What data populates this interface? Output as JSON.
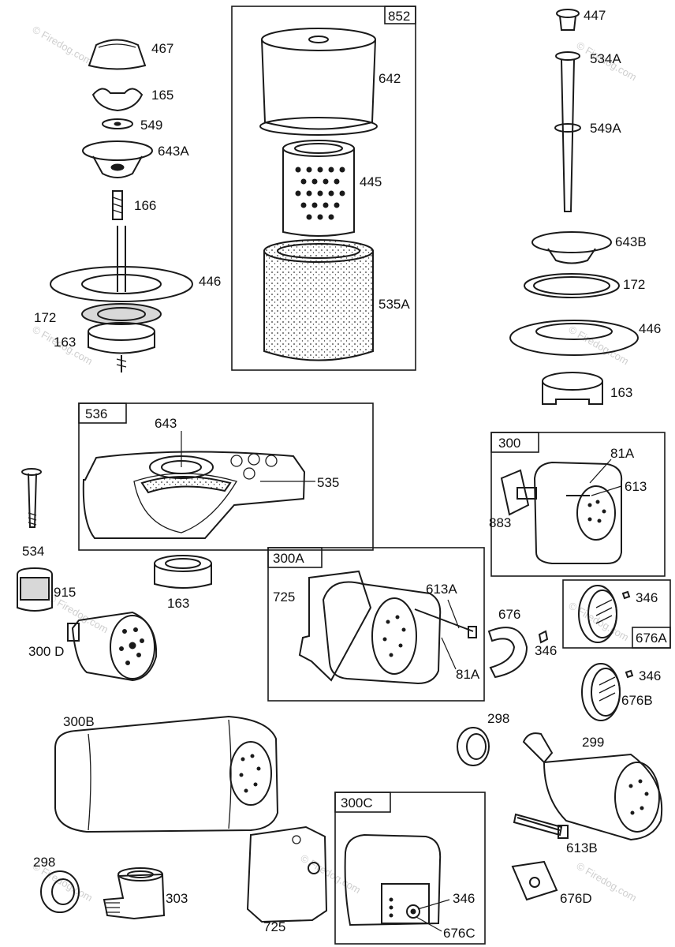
{
  "watermark": "© Firedog.com",
  "colors": {
    "ink": "#1a1a1a",
    "paper": "#ffffff",
    "watermark": "#cfcfcf"
  },
  "boxes": {
    "b852": "852",
    "b536": "536",
    "b300": "300",
    "b300A": "300A",
    "b676A": "676A",
    "b300C": "300C"
  },
  "labels": {
    "l467": "467",
    "l165": "165",
    "l549": "549",
    "l643A": "643A",
    "l166": "166",
    "l446a": "446",
    "l172a": "172",
    "l163a": "163",
    "l642": "642",
    "l445": "445",
    "l535A": "535A",
    "l447": "447",
    "l534A": "534A",
    "l549A": "549A",
    "l643B": "643B",
    "l172b": "172",
    "l446b": "446",
    "l163b": "163",
    "l643": "643",
    "l535": "535",
    "l534": "534",
    "l915": "915",
    "l163c": "163",
    "l300D": "300 D",
    "l81Aa": "81A",
    "l613": "613",
    "l883": "883",
    "l725a": "725",
    "l613A": "613A",
    "l81Ab": "81A",
    "l676": "676",
    "l346a": "346",
    "l346b": "346",
    "l346c": "346",
    "l676B": "676B",
    "l300B": "300B",
    "l298a": "298",
    "l299": "299",
    "l613B": "613B",
    "l298b": "298",
    "l303": "303",
    "l725b": "725",
    "l346d": "346",
    "l676C": "676C",
    "l676D": "676D"
  }
}
